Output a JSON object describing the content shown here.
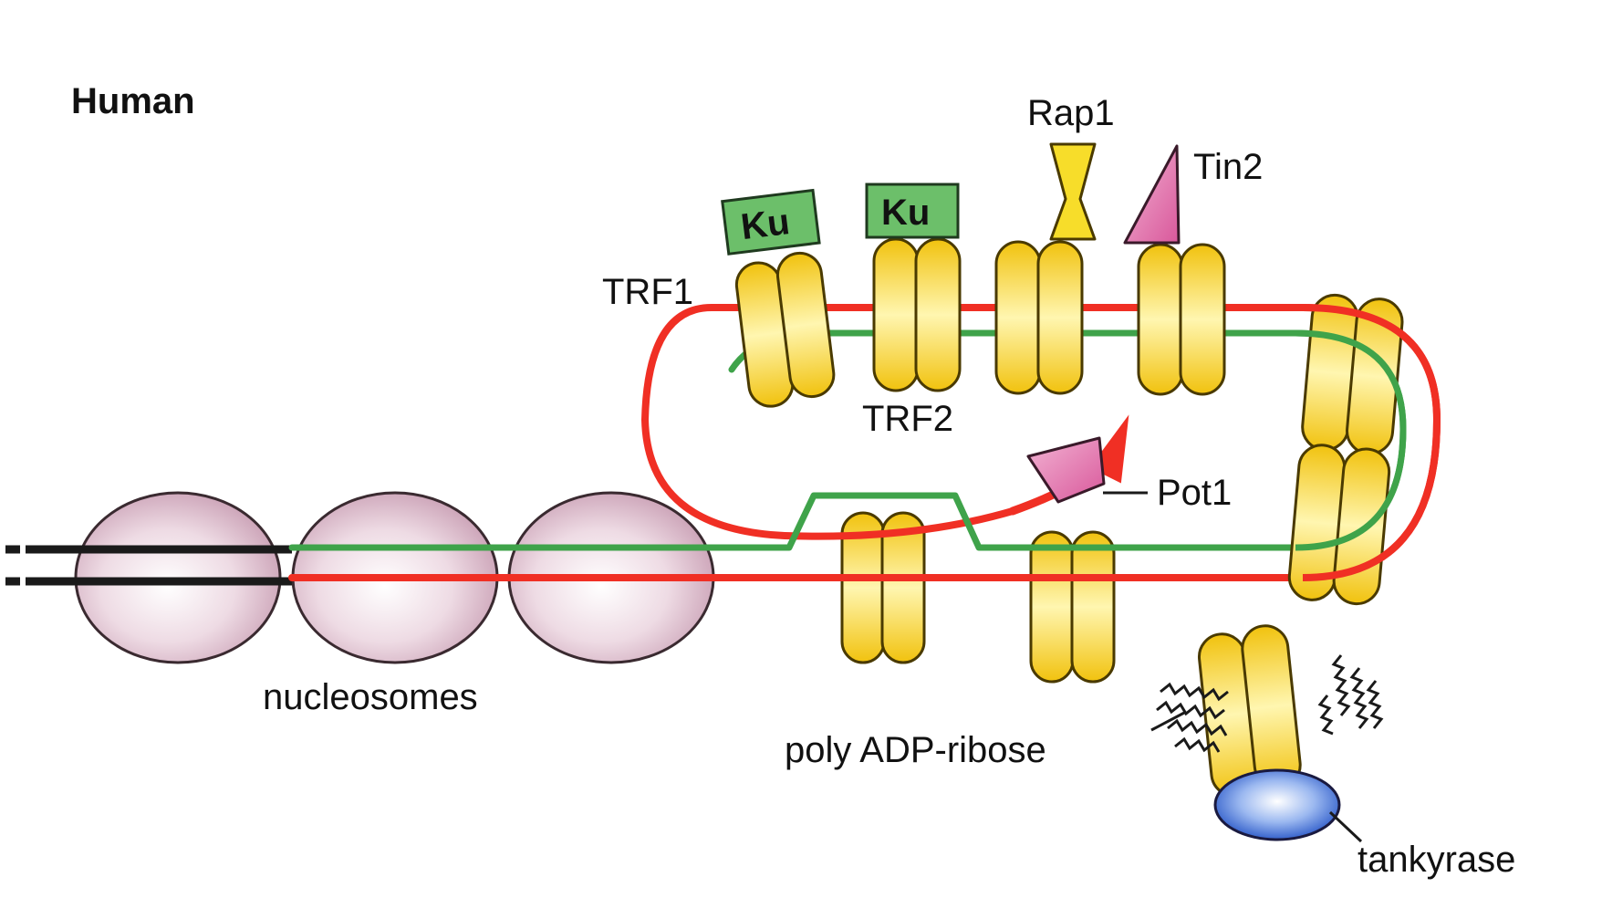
{
  "title": "Human",
  "labels": {
    "rap1": "Rap1",
    "tin2": "Tin2",
    "ku_1": "Ku",
    "ku_2": "Ku",
    "trf1": "TRF1",
    "trf2": "TRF2",
    "pot1": "Pot1",
    "nucleosomes": "nucleosomes",
    "poly_adp_ribose": "poly ADP-ribose",
    "tankyrase": "tankyrase"
  },
  "colors": {
    "strand_red": "#f02f24",
    "strand_green": "#3fa34a",
    "protein_yellow": "#f7dd2a",
    "nucleosome_pink": "#ddc3d0",
    "ku_green": "#6cbf6a",
    "tin2_pink": "#e0559a",
    "pot1_pink": "#e68ab8",
    "tankyrase_blue": "#3b6fd6",
    "dna_black": "#1a1a1a"
  }
}
